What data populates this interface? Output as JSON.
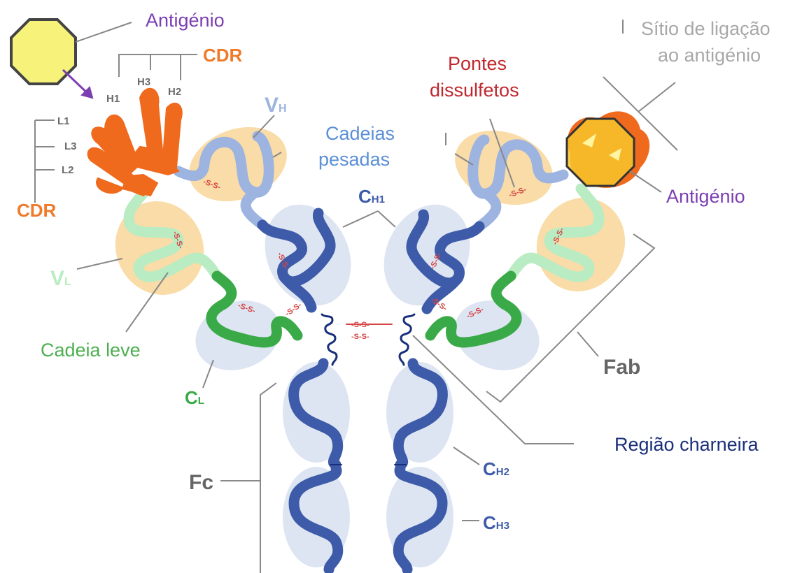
{
  "labels": {
    "antigen_left": "Antigénio",
    "cdr_top": "CDR",
    "h1": "H1",
    "h3": "H3",
    "h2": "H2",
    "l1": "L1",
    "l3": "L3",
    "l2": "L2",
    "cdr_left": "CDR",
    "vh_main": "V",
    "vh_sub": "H",
    "heavy_chains_line1": "Cadeias",
    "heavy_chains_line2": "pesadas",
    "ch1_main": "C",
    "ch1_sub": "H1",
    "vl_main": "V",
    "vl_sub": "L",
    "light_chain": "Cadeia leve",
    "cl_main": "C",
    "cl_sub": "L",
    "disulfide_line1": "Pontes",
    "disulfide_line2": "dissulfetos",
    "binding_site_line1": "Sítio de ligação",
    "binding_site_line2": "ao antigénio",
    "antigen_right": "Antigénio",
    "fab": "Fab",
    "hinge": "Região charneira",
    "fc": "Fc",
    "ch2_main": "C",
    "ch2_sub": "H2",
    "ch3_main": "C",
    "ch3_sub": "H3",
    "ss": "-S-S-"
  },
  "colors": {
    "heavy_constant": "#3d5ba8",
    "heavy_variable": "#9db3e0",
    "light_constant": "#3aaa48",
    "light_variable": "#b9ecc3",
    "cdr": "#f06a1e",
    "antigen": "#f6f27a",
    "domain_bg_constant": "#dde5f2",
    "domain_bg_variable": "#f9dca7",
    "antigen_label": "#7b3fb2",
    "cdr_label": "#ef7a2a",
    "light_label": "#4caf50",
    "heavy_label": "#5b8fd6",
    "disulfide_label": "#c0282d",
    "hinge_label": "#1a2f7a",
    "binding_site_label": "#a8a8a8",
    "fab_fc_label": "#666666"
  }
}
